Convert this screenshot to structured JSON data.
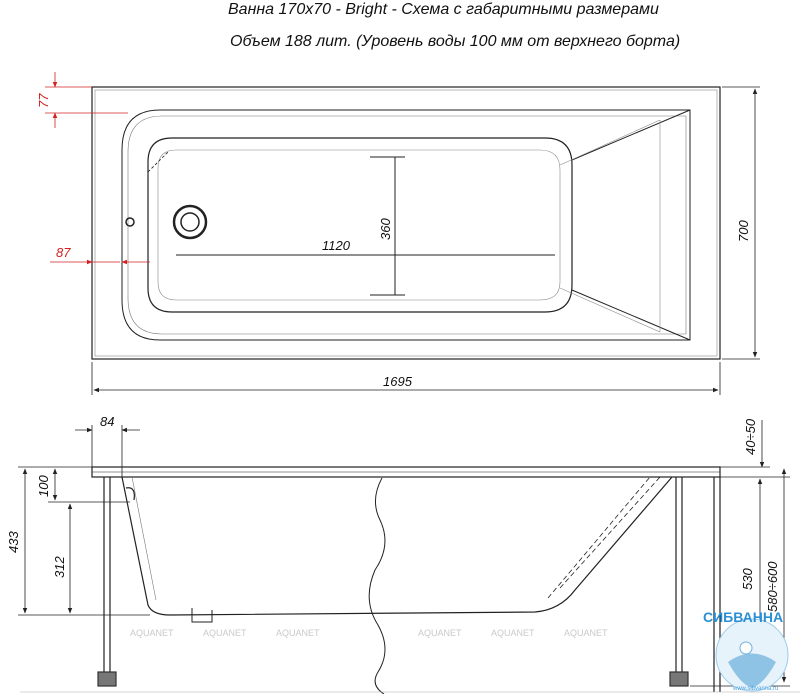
{
  "title": {
    "line1": "Ванна 170х70 - Bright - Схема с габаритными размерами",
    "line2": "Объем 188 лит. (Уровень воды 100 мм от верхнего борта)"
  },
  "top_view": {
    "dim_length": "1695",
    "dim_width": "700",
    "dim_inner_length": "1120",
    "dim_inner_width": "360",
    "dim_offset_top": "77",
    "dim_offset_drain": "87"
  },
  "side_view": {
    "dim_rim_offset": "84",
    "dim_total_height": "433",
    "dim_water_level": "100",
    "dim_depth": "312",
    "dim_tolerance": "40÷50",
    "dim_leg_height": "530",
    "dim_adjust_range": "580÷600"
  },
  "watermark": {
    "brand": "AQUANET"
  },
  "logo": {
    "name": "СИБВАННА",
    "url": "www.sibvanna.ru"
  },
  "colors": {
    "line": "#222222",
    "red_dim": "#d42020",
    "logo_blue": "#2a8fd4"
  }
}
